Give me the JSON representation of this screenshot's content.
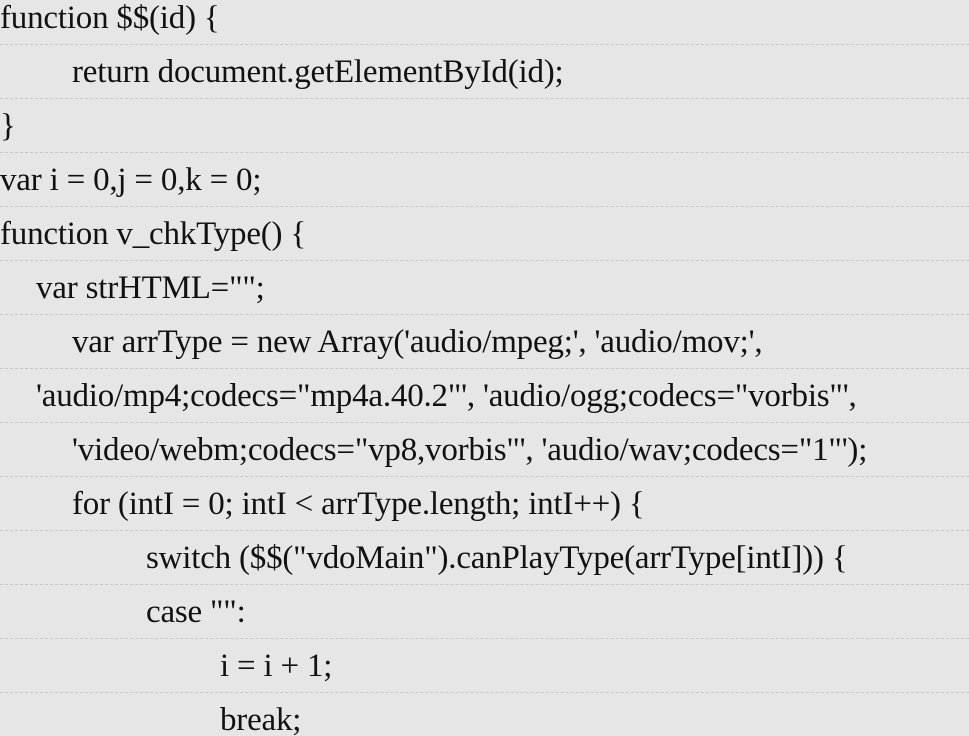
{
  "code": {
    "lines": [
      "function $$(id) {",
      "return document.getElementById(id);",
      "}",
      "var i = 0,j = 0,k = 0;",
      "function v_chkType() {",
      "var strHTML=\"\";",
      "var arrType = new Array('audio/mpeg;', 'audio/mov;',",
      "'audio/mp4;codecs=\"mp4a.40.2\"', 'audio/ogg;codecs=\"vorbis\"',",
      "'video/webm;codecs=\"vp8,vorbis\"', 'audio/wav;codecs=\"1\"');",
      "for (intI = 0; intI < arrType.length; intI++) {",
      "switch ($$(\"vdoMain\").canPlayType(arrType[intI])) {",
      "case \"\":",
      "i = i + 1;",
      "break;"
    ]
  }
}
